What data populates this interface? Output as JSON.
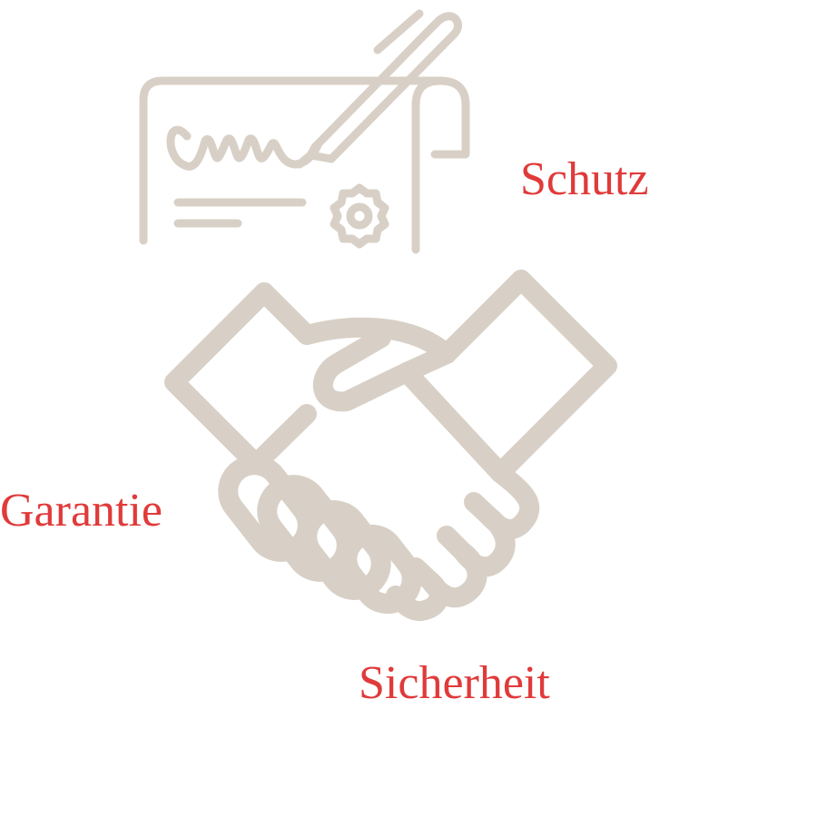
{
  "colors": {
    "icon_stroke": "#d8d0c6",
    "label_text": "#e03a3a",
    "background": "#ffffff"
  },
  "icons": {
    "contract": "contract-signing-icon",
    "handshake": "handshake-icon"
  },
  "labels": {
    "schutz": "Schutz",
    "garantie": "Garantie",
    "sicherheit": "Sicherheit"
  }
}
